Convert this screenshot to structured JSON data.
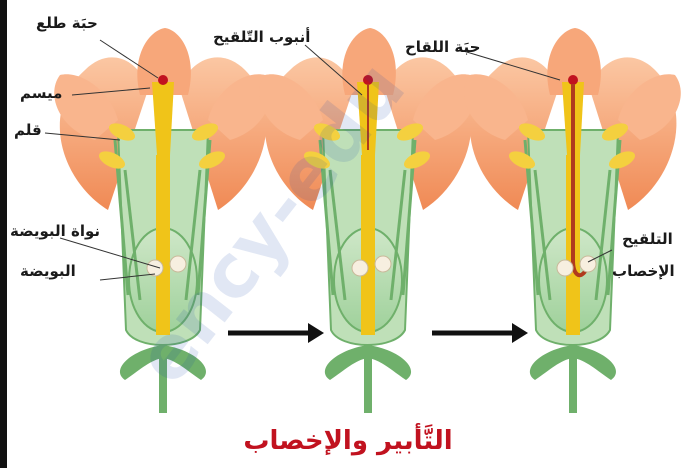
{
  "title": "التَّأبير والإخصاب",
  "watermark": "ency-edu",
  "labels": {
    "pollen_grain": "حبَة طلع",
    "stigma": "ميسم",
    "style": "قلم",
    "ovule_nucleus": "نواة البويضة",
    "ovule": "البويضة",
    "pollen_tube": "أنبوب التّلقيح",
    "zygote": "حبَة اللقاح",
    "pollination": "التلقيح",
    "fertilization": "الإخصاب"
  },
  "colors": {
    "petal": "#f39a6b",
    "petal_light": "#fbc7a3",
    "stem": "#7cc47e",
    "style": "#f0c419",
    "tube": "#b03a1e",
    "title": "#c1121f",
    "arrow": "#111111"
  },
  "icons": [
    "flower-1",
    "flower-2",
    "flower-3",
    "arrow-right-1",
    "arrow-right-2"
  ]
}
